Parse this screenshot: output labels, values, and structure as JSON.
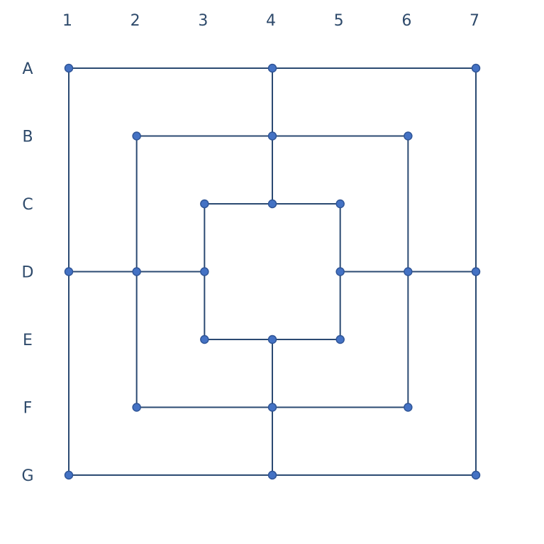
{
  "board": {
    "type": "nine-mens-morris",
    "columns": [
      "1",
      "2",
      "3",
      "4",
      "5",
      "6",
      "7"
    ],
    "rows": [
      "A",
      "B",
      "C",
      "D",
      "E",
      "F",
      "G"
    ],
    "points": [
      {
        "id": "A1",
        "row": "A",
        "col": "1"
      },
      {
        "id": "A4",
        "row": "A",
        "col": "4"
      },
      {
        "id": "A7",
        "row": "A",
        "col": "7"
      },
      {
        "id": "B2",
        "row": "B",
        "col": "2"
      },
      {
        "id": "B4",
        "row": "B",
        "col": "4"
      },
      {
        "id": "B6",
        "row": "B",
        "col": "6"
      },
      {
        "id": "C3",
        "row": "C",
        "col": "3"
      },
      {
        "id": "C4",
        "row": "C",
        "col": "4"
      },
      {
        "id": "C5",
        "row": "C",
        "col": "5"
      },
      {
        "id": "D1",
        "row": "D",
        "col": "1"
      },
      {
        "id": "D2",
        "row": "D",
        "col": "2"
      },
      {
        "id": "D3",
        "row": "D",
        "col": "3"
      },
      {
        "id": "D5",
        "row": "D",
        "col": "5"
      },
      {
        "id": "D6",
        "row": "D",
        "col": "6"
      },
      {
        "id": "D7",
        "row": "D",
        "col": "7"
      },
      {
        "id": "E3",
        "row": "E",
        "col": "3"
      },
      {
        "id": "E4",
        "row": "E",
        "col": "4"
      },
      {
        "id": "E5",
        "row": "E",
        "col": "5"
      },
      {
        "id": "F2",
        "row": "F",
        "col": "2"
      },
      {
        "id": "F4",
        "row": "F",
        "col": "4"
      },
      {
        "id": "F6",
        "row": "F",
        "col": "6"
      },
      {
        "id": "G1",
        "row": "G",
        "col": "1"
      },
      {
        "id": "G4",
        "row": "G",
        "col": "4"
      },
      {
        "id": "G7",
        "row": "G",
        "col": "7"
      }
    ],
    "connections": [
      [
        "A1",
        "A7"
      ],
      [
        "A1",
        "G1"
      ],
      [
        "A7",
        "G7"
      ],
      [
        "G1",
        "G7"
      ],
      [
        "B2",
        "B6"
      ],
      [
        "B2",
        "F2"
      ],
      [
        "B6",
        "F6"
      ],
      [
        "F2",
        "F6"
      ],
      [
        "C3",
        "C5"
      ],
      [
        "C3",
        "E3"
      ],
      [
        "C5",
        "E5"
      ],
      [
        "E3",
        "E5"
      ],
      [
        "A4",
        "C4"
      ],
      [
        "E4",
        "G4"
      ],
      [
        "D1",
        "D3"
      ],
      [
        "D5",
        "D7"
      ]
    ],
    "colors": {
      "line": "#2b4a72",
      "point_fill": "#4472c4",
      "point_stroke": "#2f5597",
      "label": "#2e4a6b"
    }
  }
}
